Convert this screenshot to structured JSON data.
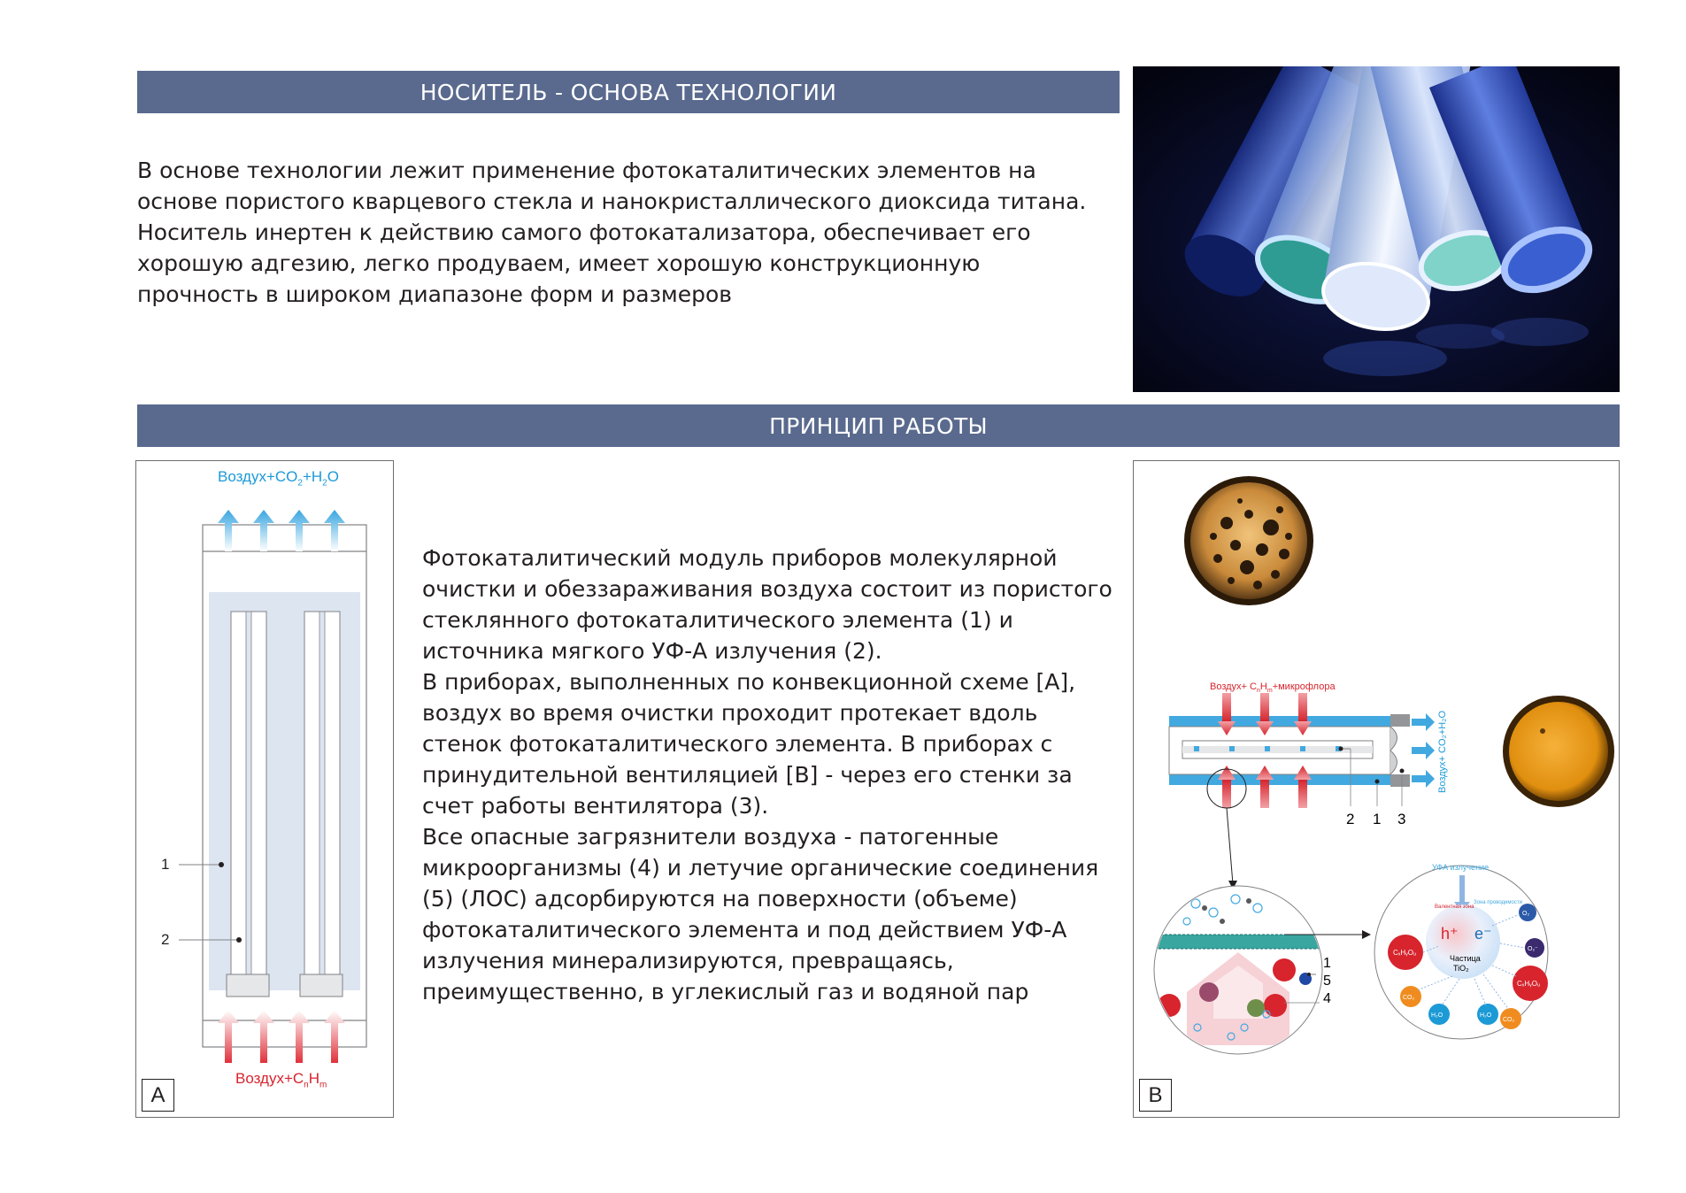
{
  "sections": {
    "carrier_title": "НОСИТЕЛЬ - ОСНОВА ТЕХНОЛОГИИ",
    "principle_title": "ПРИНЦИП РАБОТЫ"
  },
  "intro_text": "В основе технологии лежит применение фотокаталитических элементов на\nоснове пористого кварцевого стекла и нанокристаллического диоксида титана.\nНоситель инертен к действию самого фотокатализатора, обеспечивает его\nхорошую адгезию, легко продуваем, имеет хорошую конструкционную\nпрочность в широком диапазоне форм и размеров",
  "principle_text": "Фотокаталитический модуль приборов молекулярной\nочистки и обеззараживания воздуха состоит из пористого\nстеклянного фотокаталитического элемента (1) и\nисточника мягкого УФ-А излучения (2).\nВ приборах, выполненных по конвекционной схеме [А],\nвоздух во время очистки проходит протекает вдоль\nстенок фотокаталитического элемента. В приборах с\nпринудительной вентиляцией [В] - через его стенки за\nсчет работы вентилятора (3).\nВсе опасные загрязнители воздуха - патогенные\nмикроорганизмы (4) и летучие органические соединения\n(5) (ЛОС) адсорбируются на поверхности (объеме)\nфотокаталитического элемента и под действием УФ-А\nизлучения минерализируются, превращаясь,\nпреимущественно, в углекислый газ и водяной пар",
  "diagram_a": {
    "label": "A",
    "top_caption_main": "Воздух+CO",
    "top_caption_sub1": "2",
    "top_caption_mid": "+H",
    "top_caption_sub2": "2",
    "top_caption_end": "O",
    "bottom_caption_main": "Воздух+C",
    "bottom_caption_sub1": "n",
    "bottom_caption_mid": "H",
    "bottom_caption_sub2": "m",
    "num1": "1",
    "num2": "2"
  },
  "diagram_b": {
    "label": "B",
    "inflow_caption": "Воздух+ C",
    "inflow_sub_n": "n",
    "inflow_h": "H",
    "inflow_sub_m": "m",
    "inflow_end": "+микрофлора",
    "outflow_caption": "Воздух+ CO₂+H₂O",
    "num2": "2",
    "num1": "1",
    "num3": "3",
    "zoom_num1": "1",
    "zoom_num5": "5",
    "zoom_num4": "4",
    "uv_label": "УФА излучение",
    "valence_label": "Валентная зона",
    "conduction_label": "Зона проводимости",
    "hole": "h⁺",
    "electron": "e⁻",
    "particle_line1": "Частица",
    "particle_line2": "TiO₂",
    "mol_c1": "CₓHᵧOᵤ",
    "mol_c2": "CₓHᵧOᵤ",
    "mol_o2": "O₂",
    "mol_o2r": "O₂⁻",
    "mol_co2a": "CO₂",
    "mol_h2oa": "H₂O",
    "mol_h2ob": "H₂O",
    "mol_co2b": "CO₂"
  },
  "colors": {
    "bar": "#5a6a8e",
    "inflow_red": "#d7242d",
    "outflow_blue": "#1b9ad6",
    "tube_blue": "#41a9e0"
  }
}
